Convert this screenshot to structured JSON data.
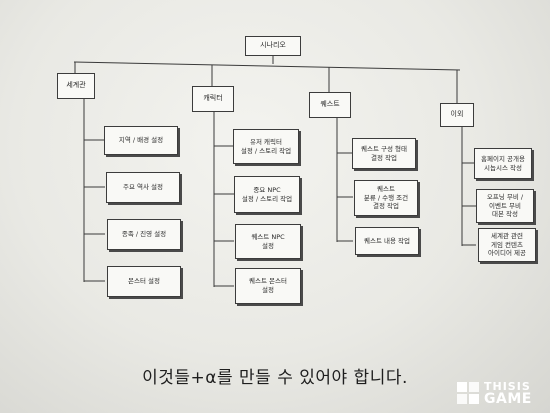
{
  "diagram": {
    "root": "시나리오",
    "categories": [
      {
        "label": "세계관",
        "items": [
          "지역 / 배경 설정",
          "주요 역사 설정",
          "종족 / 진영 설정",
          "몬스터 설정"
        ]
      },
      {
        "label": "캐릭터",
        "items": [
          "유저 캐릭터\n설정 / 스토리 작업",
          "중요 NPC\n설정 / 스토리 작업",
          "퀘스트 NPC\n설정",
          "퀘스트 몬스터\n설정"
        ]
      },
      {
        "label": "퀘스트",
        "items": [
          "퀘스트 구성 형태\n결정 작업",
          "퀘스트\n분류 / 수행 조건\n결정 작업",
          "퀘스트 내용 작업"
        ]
      },
      {
        "label": "이외",
        "items": [
          "홈페이지 공개용\n시놉시스 작성",
          "오프닝 무비 /\n이벤트 무비\n대본 작성",
          "세계관 관련\n게임 컨텐츠\n아이디어 제공"
        ]
      }
    ]
  },
  "caption": "이것들+α를 만들 수 있어야 합니다.",
  "watermark": {
    "line1": "THISIS",
    "line2": "GAME"
  }
}
